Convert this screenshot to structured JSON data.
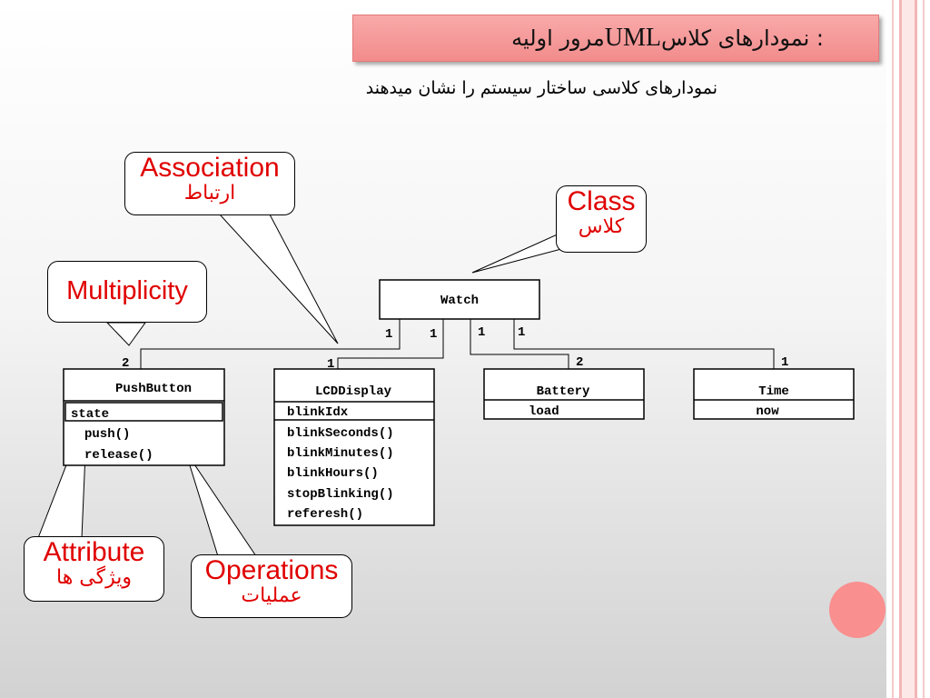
{
  "slide": {
    "title_prefix": ": نمودارهای کلاس",
    "title_uml": "UML",
    "title_suffix": "مرور اولیه",
    "subtitle": "نمودارهای کلاسی ساختار سیستم را نشان میدهند",
    "accent_color": "#f28c8c",
    "callout_text_color": "#e00000"
  },
  "diagram": {
    "classes": {
      "watch": {
        "name": "Watch"
      },
      "pushbutton": {
        "name": "PushButton",
        "attributes": [
          "state"
        ],
        "operations": [
          "push()",
          "release()"
        ]
      },
      "lcddisplay": {
        "name": "LCDDisplay",
        "attributes": [
          "blinkIdx"
        ],
        "operations": [
          "blinkSeconds()",
          "blinkMinutes()",
          "blinkHours()",
          "stopBlinking()",
          "referesh()"
        ]
      },
      "battery": {
        "name": "Battery",
        "attributes": [
          "load"
        ]
      },
      "time": {
        "name": "Time",
        "attributes": [
          "now"
        ]
      }
    },
    "multiplicities": {
      "watch_side": [
        "1",
        "1",
        "1",
        "1"
      ],
      "pushbutton": "2",
      "lcddisplay": "1",
      "battery": "2",
      "time": "1"
    }
  },
  "callouts": {
    "association": {
      "en": "Association",
      "fa": "ارتباط"
    },
    "class": {
      "en": "Class",
      "fa": "کلاس"
    },
    "multiplicity": {
      "en": "Multiplicity"
    },
    "attribute": {
      "en": "Attribute",
      "fa": "ویژگی ها"
    },
    "operations": {
      "en": "Operations",
      "fa": "عملیات"
    }
  }
}
